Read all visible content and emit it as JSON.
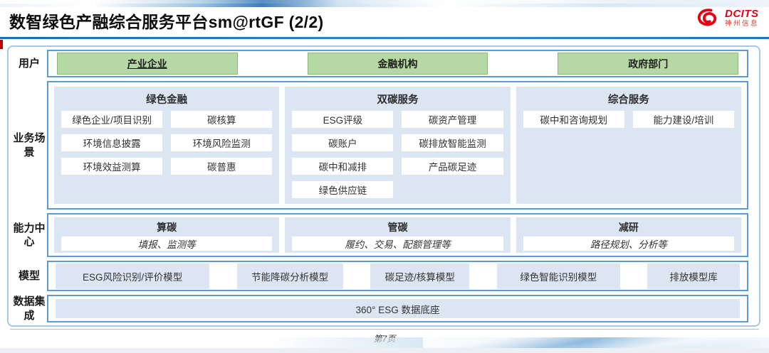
{
  "header": {
    "title": "数智绿色产融综合服务平台sm@rtGF (2/2)",
    "logo": {
      "brand": "DCITS",
      "company": "神州信息"
    }
  },
  "rows": {
    "users": {
      "label": "用户",
      "items": [
        "产业企业",
        "金融机构",
        "政府部门"
      ]
    },
    "scenarios": {
      "label": "业务场景",
      "columns": [
        {
          "title": "绿色金融",
          "items": [
            "绿色企业/项目识别",
            "碳核算",
            "环境信息披露",
            "环境风险监测",
            "环境效益测算",
            "碳普惠"
          ]
        },
        {
          "title": "双碳服务",
          "items": [
            "ESG评级",
            "碳资产管理",
            "碳账户",
            "碳排放智能监测",
            "碳中和减排",
            "产品碳足迹",
            "绿色供应链"
          ]
        },
        {
          "title": "综合服务",
          "items": [
            "碳中和咨询规划",
            "能力建设/培训"
          ]
        }
      ]
    },
    "capabilities": {
      "label": "能力中心",
      "items": [
        {
          "title": "算碳",
          "desc": "填报、监测等"
        },
        {
          "title": "管碳",
          "desc": "履约、交易、配额管理等"
        },
        {
          "title": "减研",
          "desc": "路径规划、分析等"
        }
      ]
    },
    "models": {
      "label": "模型",
      "items": [
        "ESG风险识别/评价模型",
        "节能降碳分析模型",
        "碳足迹/核算模型",
        "绿色智能识别模型",
        "排放模型库"
      ]
    },
    "data_integration": {
      "label": "数据集成",
      "item": "360° ESG 数据底座"
    }
  },
  "footer": {
    "page": "第7页"
  },
  "colors": {
    "accent_blue_border": "#5b9bd5",
    "frame_border": "#a6c8e7",
    "panel_blue_fill": "#dce6f3",
    "user_green_fill": "#b6d8a4",
    "title_rule_blue": "#1f6bb3",
    "red_accent": "#c00000",
    "logo_red": "#e60012"
  }
}
